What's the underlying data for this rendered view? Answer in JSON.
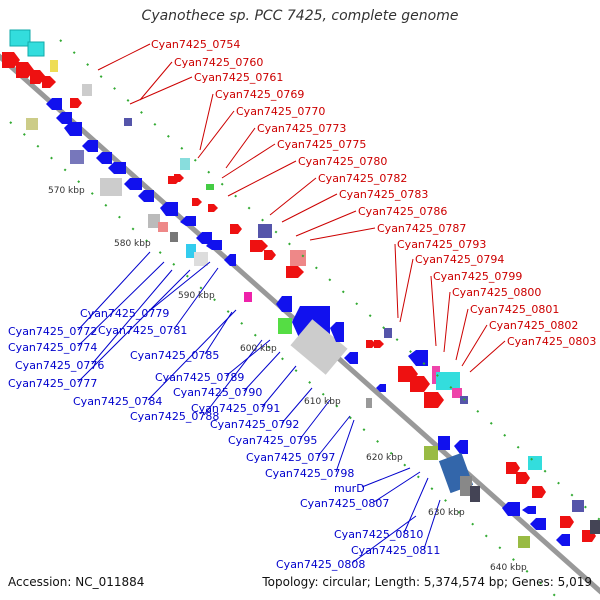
{
  "title": "Cyanothece sp. PCC 7425, complete genome",
  "accession": "Accession: NC_011884",
  "summary": "Topology: circular; Length: 5,374,574 bp; Genes: 5,019",
  "colors": {
    "forward_label": "#cc0000",
    "reverse_label": "#0000cc",
    "backbone": "#888888"
  },
  "scale_labels": [
    "570 kbp",
    "580 kbp",
    "590 kbp",
    "600 kbp",
    "610 kbp",
    "620 kbp",
    "630 kbp",
    "640 kbp"
  ],
  "forward_labels": [
    "Cyan7425_0754",
    "Cyan7425_0760",
    "Cyan7425_0761",
    "Cyan7425_0769",
    "Cyan7425_0770",
    "Cyan7425_0773",
    "Cyan7425_0775",
    "Cyan7425_0780",
    "Cyan7425_0782",
    "Cyan7425_0783",
    "Cyan7425_0786",
    "Cyan7425_0787",
    "Cyan7425_0793",
    "Cyan7425_0794",
    "Cyan7425_0799",
    "Cyan7425_0800",
    "Cyan7425_0801",
    "Cyan7425_0802",
    "Cyan7425_0803"
  ],
  "reverse_labels": [
    "Cyan7425_0772",
    "Cyan7425_0774",
    "Cyan7425_0776",
    "Cyan7425_0777",
    "Cyan7425_0779",
    "Cyan7425_0781",
    "Cyan7425_0785",
    "Cyan7425_0784",
    "Cyan7425_0788",
    "Cyan7425_0789",
    "Cyan7425_0790",
    "Cyan7425_0791",
    "Cyan7425_0792",
    "Cyan7425_0795",
    "Cyan7425_0797",
    "Cyan7425_0798",
    "murD",
    "Cyan7425_0807",
    "Cyan7425_0810",
    "Cyan7425_0811",
    "Cyan7425_0808"
  ]
}
